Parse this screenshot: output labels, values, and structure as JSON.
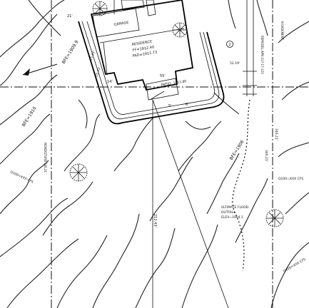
{
  "plan": {
    "garage_label": "GARAGE",
    "residence_label": "RESIDENCE",
    "ff_label": "FF=1912.40",
    "pad_label": "PAD=1911.73",
    "patio_label": "PATIO",
    "patio_elev": "1911.80",
    "bfe_1909": "BFE=1909.9",
    "bfe_1910": "BFE=1910",
    "bfe_1906": "BFE=1906",
    "ultimate_flood": "ULTIMATE FLOOD",
    "outfall": "OUTFALL",
    "elev_label": "ELEV=1904.1",
    "q100_left": "Q100=XXX CFS",
    "q100_right_1": "Q100=XXX CFS",
    "q100_right_2": "Q100=XXX CFS",
    "dim_21": "21'",
    "dim_14": "14'",
    "dim_55": "55'",
    "dim_52": "52.19'",
    "dim_212": "212.43'",
    "dim_346a": "346.21'",
    "dim_346b": "346.21'",
    "dim_15a": "15.43'",
    "dim_15b": "15.43'",
    "dim_6": "6'",
    "dim_5": "5'",
    "circle_num": "2",
    "right_strip": "REMODEL APN 217-17-123",
    "right_easement": "N EASEMENT",
    "left_easement": "NONDISTURB 346.21'"
  }
}
